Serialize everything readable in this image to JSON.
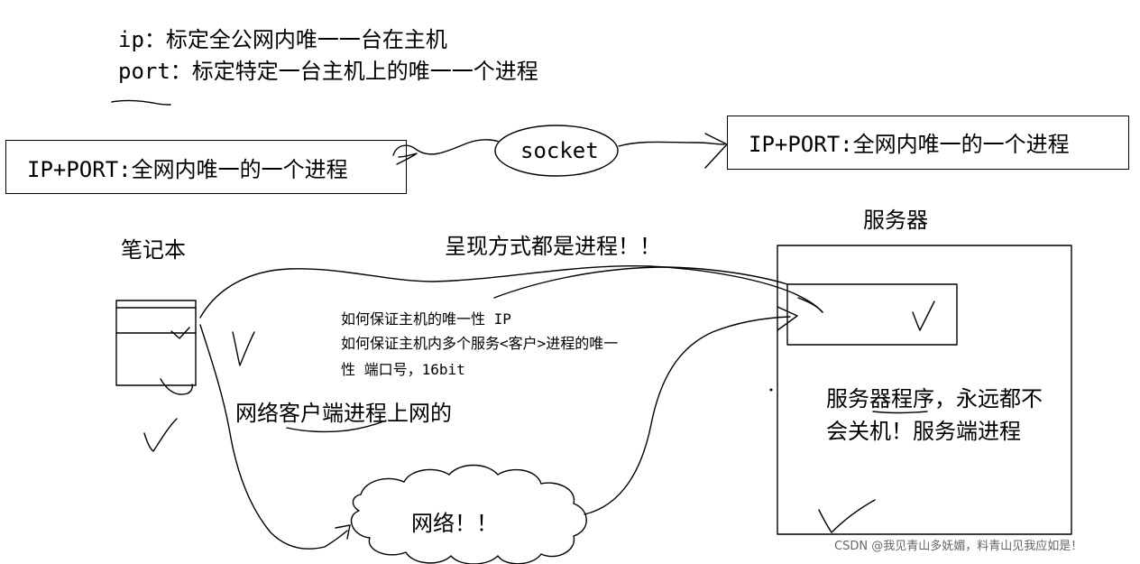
{
  "defs": {
    "ip_line": "ip：标定全公网内唯一一台在主机",
    "port_line": "port：标定特定一台主机上的唯一一个进程"
  },
  "left_box": {
    "label": "IP+PORT:全网内唯一的一个进程"
  },
  "right_box": {
    "label": "IP+PORT:全网内唯一的一个进程"
  },
  "socket": {
    "label": "socket"
  },
  "laptop": {
    "label": "笔记本"
  },
  "server": {
    "label": "服务器",
    "note_line1": "服务器程序，永远都不",
    "note_line2": "会关机！服务端进程"
  },
  "headline": "呈现方式都是进程！！",
  "notes": {
    "line1": "如何保证主机的唯一性 IP",
    "line2": "如何保证主机内多个服务<客户>进程的唯一",
    "line3": "性 端口号，16bit"
  },
  "client_note": "网络客户端进程上网的",
  "network": {
    "label": "网络！！"
  },
  "watermark": "CSDN @我见青山多妩媚，料青山见我应如是！"
}
